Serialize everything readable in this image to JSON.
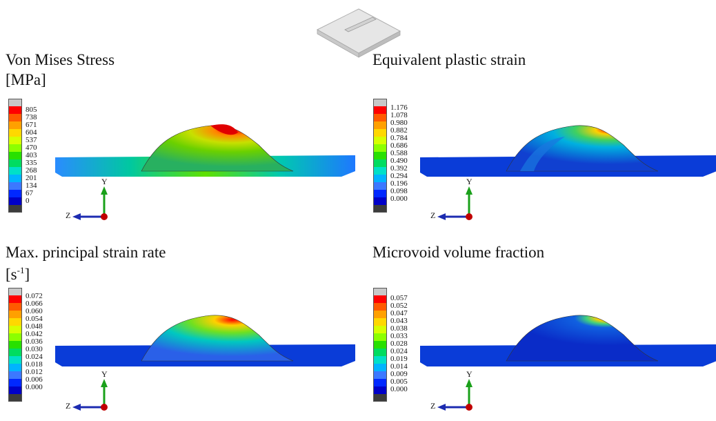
{
  "panels": [
    {
      "title": "Von Mises Stress",
      "unit_main": "[MPa]",
      "unit_sup": "",
      "unit_tail": "",
      "legend": [
        "805",
        "738",
        "671",
        "604",
        "537",
        "470",
        "403",
        "335",
        "268",
        "201",
        "134",
        "67",
        "0"
      ]
    },
    {
      "title": "Equivalent plastic strain",
      "unit_main": "",
      "unit_sup": "",
      "unit_tail": "",
      "legend": [
        "1.176",
        "1.078",
        "0.980",
        "0.882",
        "0.784",
        "0.686",
        "0.588",
        "0.490",
        "0.392",
        "0.294",
        "0.196",
        "0.098",
        "0.000"
      ]
    },
    {
      "title": "Max. principal strain rate",
      "unit_main": "[s",
      "unit_sup": "-1",
      "unit_tail": "]",
      "legend": [
        "0.072",
        "0.066",
        "0.060",
        "0.054",
        "0.048",
        "0.042",
        "0.036",
        "0.030",
        "0.024",
        "0.018",
        "0.012",
        "0.006",
        "0.000"
      ]
    },
    {
      "title": "Microvoid volume fraction",
      "unit_main": "",
      "unit_sup": "",
      "unit_tail": "",
      "legend": [
        "0.057",
        "0.052",
        "0.047",
        "0.043",
        "0.038",
        "0.033",
        "0.028",
        "0.024",
        "0.019",
        "0.014",
        "0.009",
        "0.005",
        "0.000"
      ]
    }
  ],
  "axes": {
    "y_label": "Y",
    "z_label": "Z"
  },
  "colors": {
    "scale": [
      "#c8c8c8",
      "#ff0000",
      "#ff5a00",
      "#ffa000",
      "#ffd800",
      "#d7ff00",
      "#8cff00",
      "#28e000",
      "#00dc60",
      "#00e0c8",
      "#00b4ff",
      "#3c78ff",
      "#0028ff",
      "#0000c8",
      "#3c3c3c"
    ],
    "y_axis": "#1aa01a",
    "z_axis": "#1c2bb0",
    "origin": "#c00000"
  }
}
